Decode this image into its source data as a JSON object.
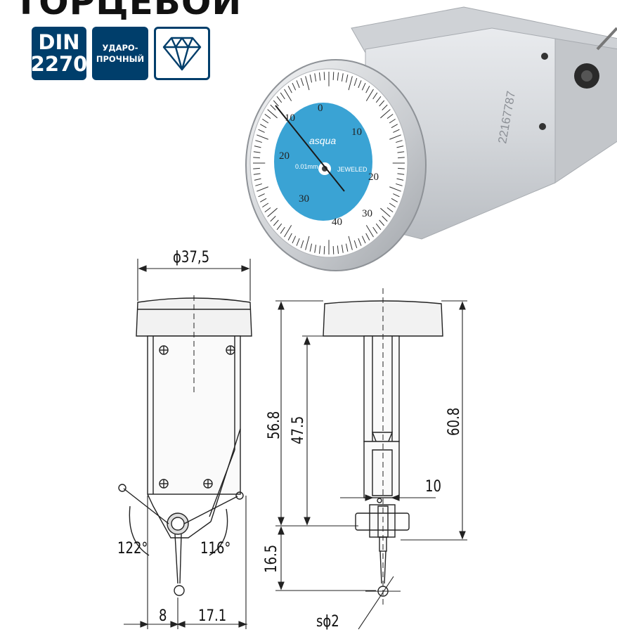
{
  "title": "ТОРЦЕВОЙ",
  "badges": {
    "din_line1": "DIN",
    "din_line2": "2270",
    "shock_line1": "УДАРО-",
    "shock_line2": "ПРОЧНЫЙ",
    "diamond_icon": "diamond-icon"
  },
  "photo": {
    "dial_numbers": [
      "10",
      "0",
      "10",
      "20",
      "20",
      "30",
      "30",
      "40"
    ],
    "brand": "asqua",
    "resolution": "0.01mm",
    "jeweled": "JEWELED",
    "serial": "22167787"
  },
  "dimensions": {
    "diameter": "ϕ37,5",
    "total_height_front": "56.8",
    "body_height": "47.5",
    "total_height_side": "60.8",
    "stylus_length": "16.5",
    "width_side": "10",
    "angle_left": "122°",
    "angle_right": "116°",
    "offset_left": "8",
    "offset_right": "17.1",
    "ball_diameter": "sϕ2"
  },
  "colors": {
    "badge_blue": "#003e6b",
    "dial_blue": "#3aa3d4"
  }
}
